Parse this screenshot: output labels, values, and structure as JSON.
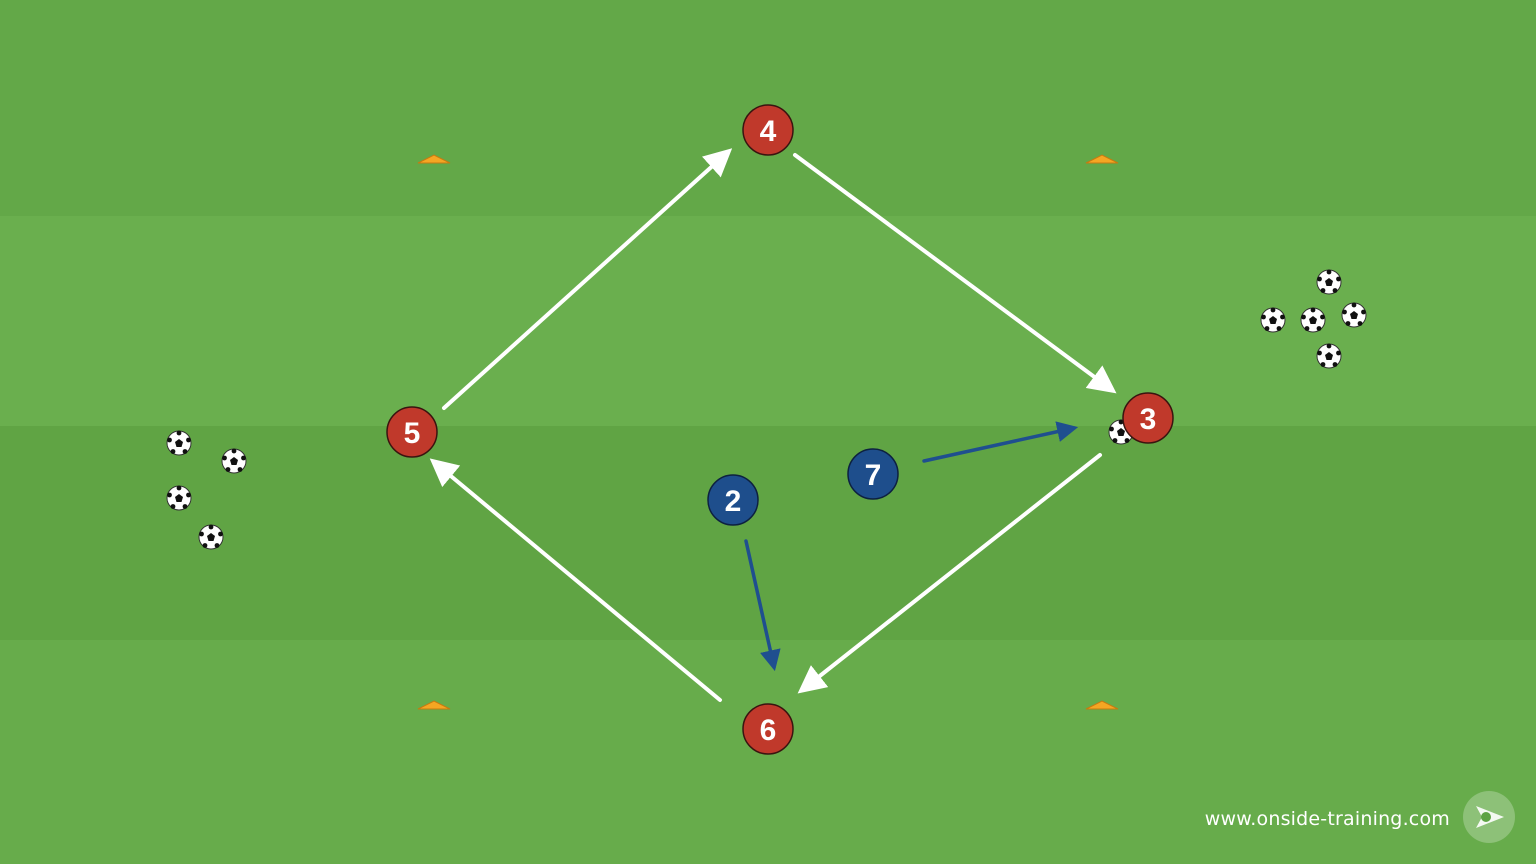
{
  "pitch": {
    "grass_light": "#66ad4b",
    "grass_dark": "#5c9f42"
  },
  "players": [
    {
      "label": "4",
      "team": "red"
    },
    {
      "label": "5",
      "team": "red"
    },
    {
      "label": "3",
      "team": "red"
    },
    {
      "label": "6",
      "team": "red"
    },
    {
      "label": "2",
      "team": "blue"
    },
    {
      "label": "7",
      "team": "blue"
    }
  ],
  "colors": {
    "red_player": "#c0392b",
    "blue_player": "#1e4e8c",
    "cone": "#f5a623",
    "pass_arrow": "#ffffff",
    "run_arrow": "#1f4f8f"
  },
  "icons": {
    "cone": "cone-icon",
    "ball": "soccer-ball-icon",
    "logo": "onside-logo-icon"
  },
  "footer": {
    "website": "www.onside-training.com"
  }
}
